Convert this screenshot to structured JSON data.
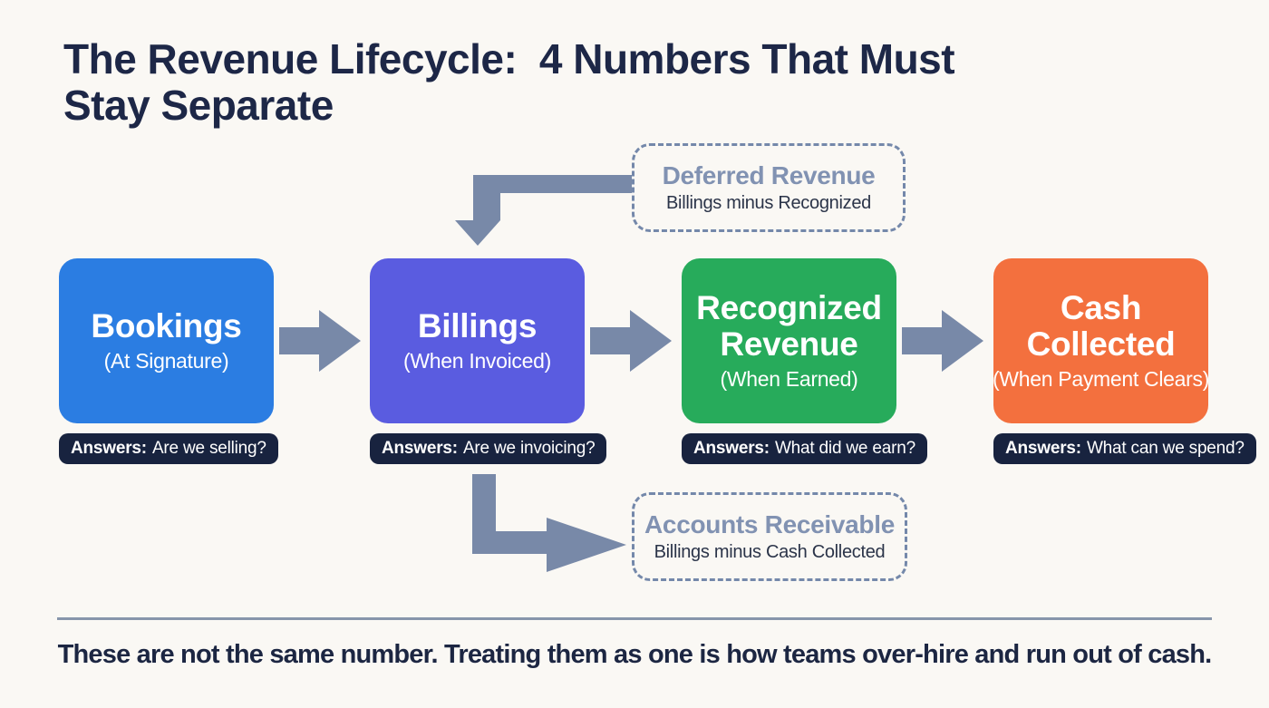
{
  "title_line1": "The Revenue Lifecycle:  4 Numbers That Must",
  "title_line2": "Stay Separate",
  "stages": [
    {
      "name": "Bookings",
      "subtitle": "(At Signature)",
      "answers_label": "Answers:",
      "answer": "Are we selling?",
      "color": "#2b7de2"
    },
    {
      "name": "Billings",
      "subtitle": "(When Invoiced)",
      "answers_label": "Answers:",
      "answer": "Are we invoicing?",
      "color": "#5a5ce0"
    },
    {
      "name": "Recognized Revenue",
      "subtitle": "(When Earned)",
      "answers_label": "Answers:",
      "answer": "What did we earn?",
      "color": "#27ab5b"
    },
    {
      "name": "Cash Collected",
      "subtitle": "(When Payment Clears)",
      "answers_label": "Answers:",
      "answer": "What can we spend?",
      "color": "#f3703e"
    }
  ],
  "callouts": {
    "deferred": {
      "title": "Deferred Revenue",
      "formula": "Billings minus Recognized"
    },
    "receivable": {
      "title": "Accounts Receivable",
      "formula": "Billings minus Cash Collected"
    }
  },
  "footer": {
    "statement": "These are not the same number. Treating them as one is how teams over-hire and run out of cash."
  },
  "colors": {
    "background": "#faf8f4",
    "title_text": "#1d2747",
    "arrow": "#7889a8",
    "callout_border": "#7488aa",
    "callout_title": "#8192b2",
    "callout_formula": "#2b3449",
    "chip_background": "#18233f",
    "chip_text": "#ffffff",
    "divider": "#8795ab",
    "footer_text": "#1c2642"
  }
}
